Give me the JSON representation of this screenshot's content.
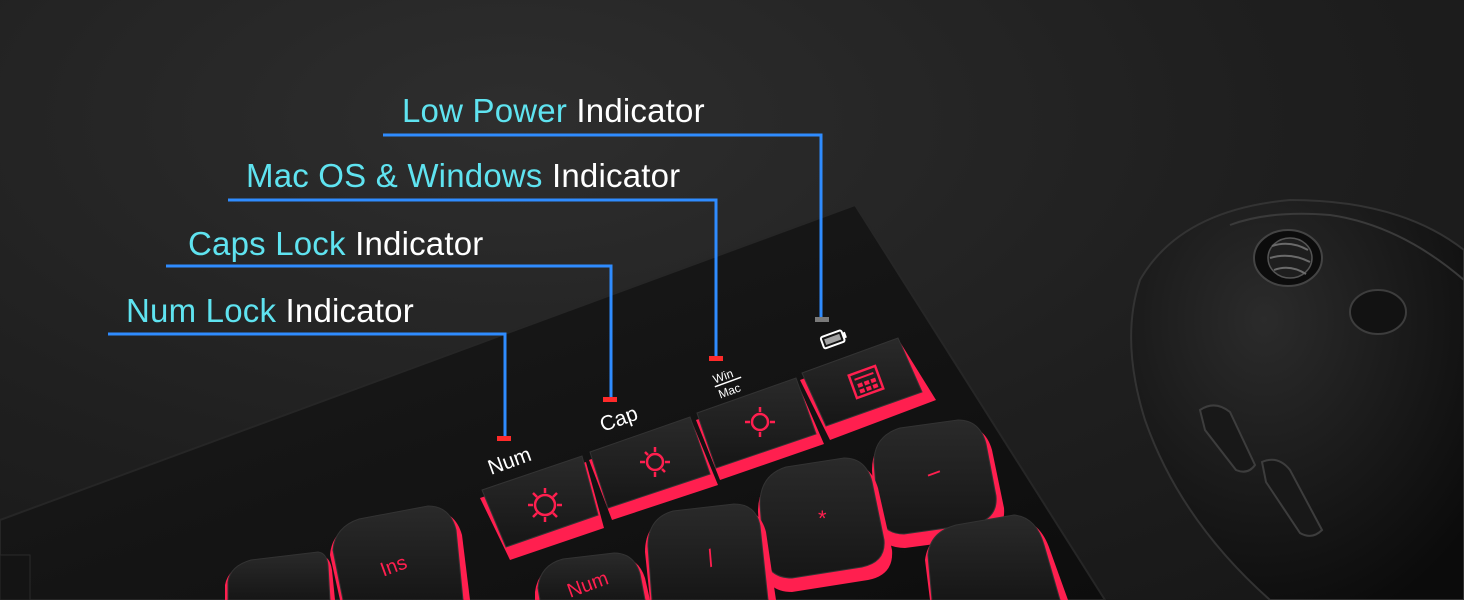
{
  "labels": {
    "low_power": {
      "accent": "Low Power",
      "plain": "Indicator"
    },
    "os": {
      "accent": "Mac OS & Windows",
      "plain": "Indicator"
    },
    "caps": {
      "accent": "Caps Lock",
      "plain": "Indicator"
    },
    "num": {
      "accent": "Num Lock",
      "plain": "Indicator"
    }
  },
  "key_legends": {
    "num": "Num",
    "cap": "Cap",
    "win": "Win",
    "mac": "Mac",
    "ins": "Ins",
    "minus": "−",
    "asterisk": "*",
    "slash": "/"
  },
  "colors": {
    "accent": "#5fe3f0",
    "callout_line": "#2f8cff",
    "key_glow": "#ff1f4f",
    "indicator_red": "#ff2a2a"
  }
}
